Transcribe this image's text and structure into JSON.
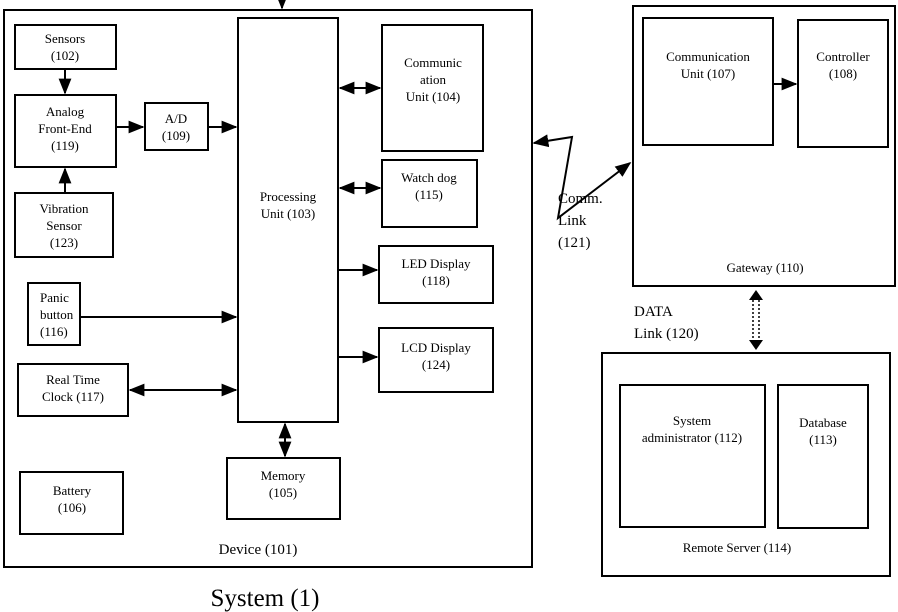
{
  "device": {
    "label": "Device (101)",
    "sensors": [
      "Sensors",
      "(102)"
    ],
    "analog_front_end": [
      "Analog",
      "Front-End",
      "(119)"
    ],
    "ad_converter": [
      "A/D",
      "(109)"
    ],
    "vibration_sensor": [
      "Vibration",
      "Sensor",
      "(123)"
    ],
    "panic_button": [
      "Panic",
      "button",
      "(116)"
    ],
    "real_time_clock": [
      "Real Time",
      "Clock (117)"
    ],
    "battery": [
      "Battery",
      "(106)"
    ],
    "processing_unit": [
      "Processing",
      "Unit (103)"
    ],
    "memory": [
      "Memory",
      "(105)"
    ],
    "communication_unit": [
      "Communic",
      "ation",
      "Unit (104)"
    ],
    "watch_dog": [
      "Watch dog",
      "(115)"
    ],
    "led_display": [
      "LED Display",
      "(118)"
    ],
    "lcd_display": [
      "LCD Display",
      "(124)"
    ]
  },
  "comm_link": [
    "Comm.",
    "Link",
    "(121)"
  ],
  "gateway": {
    "label": "Gateway (110)",
    "communication_unit": [
      "Communication",
      "Unit (107)"
    ],
    "controller": [
      "Controller",
      "(108)"
    ]
  },
  "data_link": [
    "DATA",
    "Link (120)"
  ],
  "remote_server": {
    "label": "Remote Server (114)",
    "system_administrator": [
      "System",
      "administrator (112)"
    ],
    "database": [
      "Database",
      "(113)"
    ]
  },
  "system_label": "System (1)"
}
